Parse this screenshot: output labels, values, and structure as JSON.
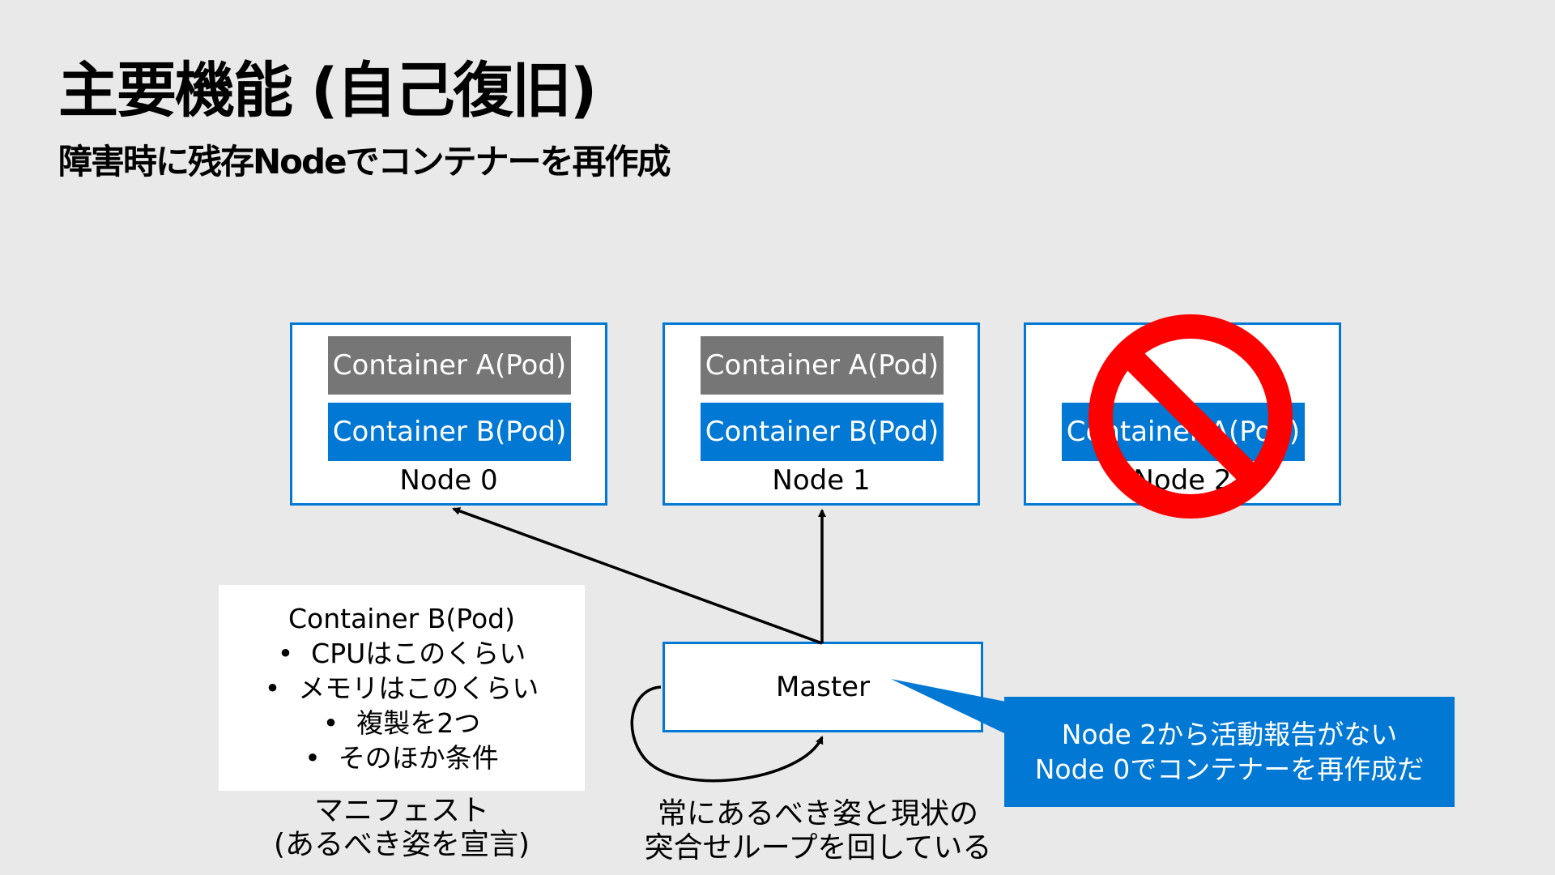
{
  "title": "主要機能 (自己復旧)",
  "subtitle": "障害時に残存Nodeでコンテナーを再作成",
  "nodes": [
    {
      "pod_a": "Container A(Pod)",
      "pod_b": "Container B(Pod)",
      "label": "Node 0"
    },
    {
      "pod_a": "Container A(Pod)",
      "pod_b": "Container B(Pod)",
      "label": "Node 1"
    },
    {
      "pod_b": "Container A(Pod)",
      "label": "Node 2",
      "status": "failed"
    }
  ],
  "master": {
    "label": "Master"
  },
  "manifest": {
    "title": "Container B(Pod)",
    "items": [
      "CPUはこのくらい",
      "メモリはこのくらい",
      "複製を2つ",
      "そのほか条件"
    ],
    "caption_line1": "マニフェスト",
    "caption_line2": "(あるべき姿を宣言)"
  },
  "loop_caption": {
    "line1": "常にあるべき姿と現状の",
    "line2": "突合せループを回している"
  },
  "callout": {
    "line1": "Node 2から活動報告がない",
    "line2": "Node 0でコンテナーを再作成だ"
  },
  "colors": {
    "accent": "#0078d4",
    "pod_gray": "#767676",
    "prohibited": "#ff0000"
  }
}
